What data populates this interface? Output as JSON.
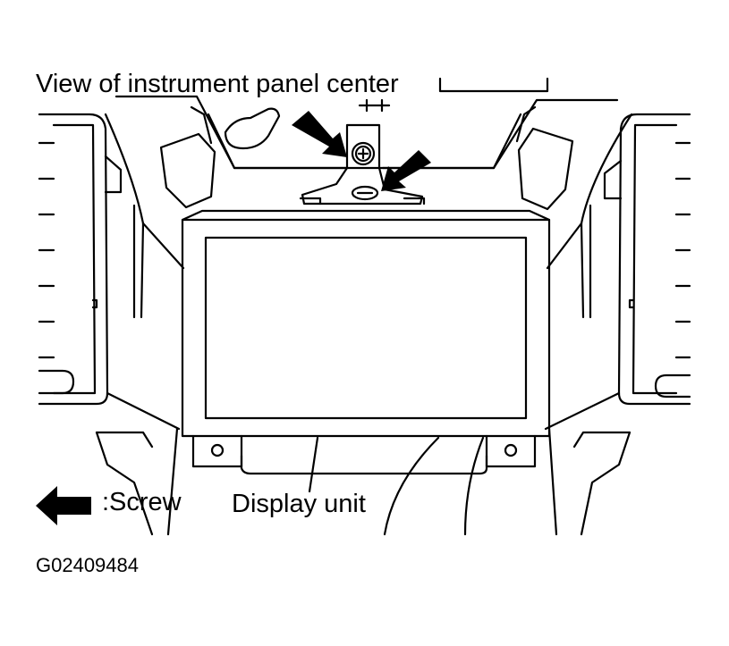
{
  "labels": {
    "view_title": "View of instrument panel center",
    "screw_legend": ":Screw",
    "display_unit": "Display unit",
    "figure_id": "G02409484"
  },
  "colors": {
    "line": "#000000",
    "background": "#ffffff",
    "arrow_fill": "#000000"
  },
  "icons": {
    "screw_symbol": "black-arrow-left-icon",
    "screw": "screw-head-icon"
  }
}
